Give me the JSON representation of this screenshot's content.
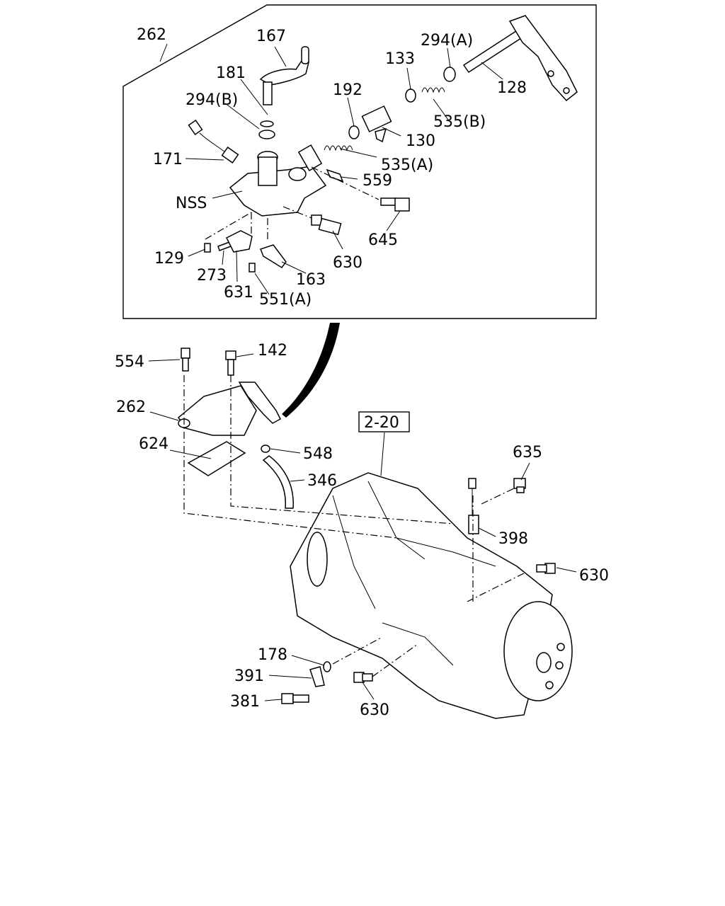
{
  "diagram": {
    "callout_labels": [
      "262",
      "167",
      "181",
      "294(B)",
      "171",
      "NSS",
      "129",
      "273",
      "631",
      "551(A)",
      "163",
      "630",
      "645",
      "559",
      "535(A)",
      "130",
      "192",
      "133",
      "535(B)",
      "294(A)",
      "128",
      "554",
      "142",
      "262",
      "624",
      "548",
      "346",
      "2-20",
      "635",
      "398",
      "630",
      "178",
      "391",
      "381",
      "630"
    ]
  }
}
